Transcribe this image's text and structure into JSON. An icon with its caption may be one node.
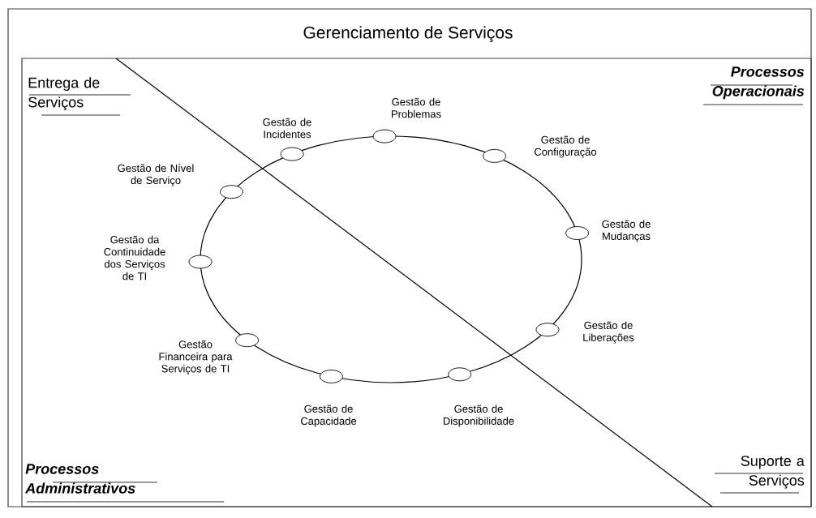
{
  "diagram": {
    "title": "Gerenciamento de Serviços",
    "nodes": [
      {
        "text": [],
        "shape": "circle",
        "beside": [
          "Gestão de Incidentes"
        ]
      },
      {
        "text": [],
        "shape": "circle",
        "beside": [
          "Gestão de Problemas"
        ]
      },
      {
        "text": [],
        "shape": "circle",
        "beside": [
          "Gestão de Configuração"
        ]
      },
      {
        "text": [],
        "shape": "circle",
        "beside": [
          "Gestão de Nível de Serviço"
        ]
      },
      {
        "text": [],
        "shape": "circle",
        "beside": [
          "Gestão de Mudanças"
        ]
      },
      {
        "text": [],
        "shape": "circle",
        "beside": [
          "Gestão da Continuidade dos Serviços de TI"
        ]
      },
      {
        "text": [],
        "shape": "circle",
        "beside": [
          "Gestão de Liberações"
        ]
      },
      {
        "text": [],
        "shape": "circle",
        "beside": [
          "Gestão Financeira para Serviços de TI"
        ]
      },
      {
        "text": [],
        "shape": "circle",
        "beside": [
          "Gestão de Capacidade"
        ]
      },
      {
        "text": [],
        "shape": "circle",
        "beside": [
          "Gestão de Disponibilidade"
        ]
      }
    ],
    "labels": [
      "Entrega de Serviços",
      "Processos Operacionais",
      "Processos Administrativos",
      "Suporte a Serviços"
    ]
  }
}
